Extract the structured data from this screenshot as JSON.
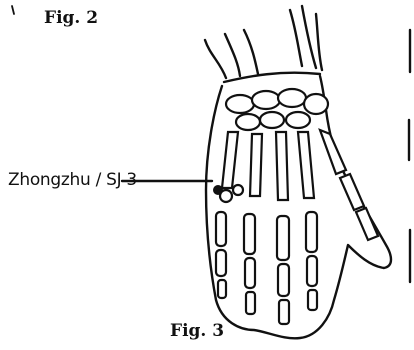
{
  "figures": {
    "fig2_label": "Fig. 2",
    "fig3_label": "Fig. 3"
  },
  "point": {
    "label": "Zhongzhu / SJ 3"
  },
  "colors": {
    "ink": "#111111",
    "paper": "#ffffff"
  }
}
